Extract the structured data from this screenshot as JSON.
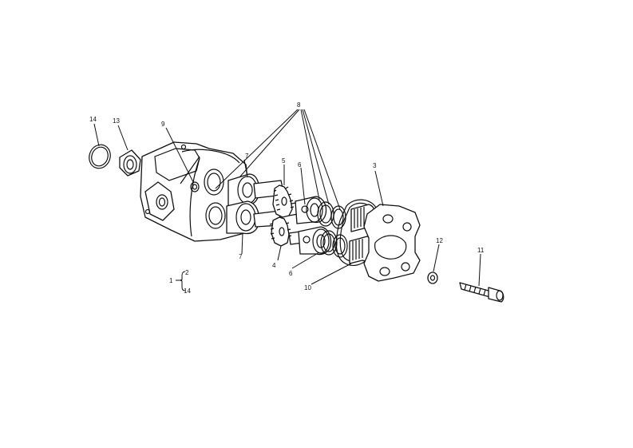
{
  "callouts": {
    "c1": "1",
    "c2": "2",
    "c3": "3",
    "c4": "4",
    "c5": "5",
    "c6a": "6",
    "c6b": "6",
    "c7a": "7",
    "c7b": "7",
    "c8": "8",
    "c9": "9",
    "c10": "10",
    "c11": "11",
    "c12": "12",
    "c13": "13",
    "c14a": "14",
    "c14b": "14"
  },
  "colors": {
    "ink": "#111111",
    "paper": "#ffffff"
  }
}
